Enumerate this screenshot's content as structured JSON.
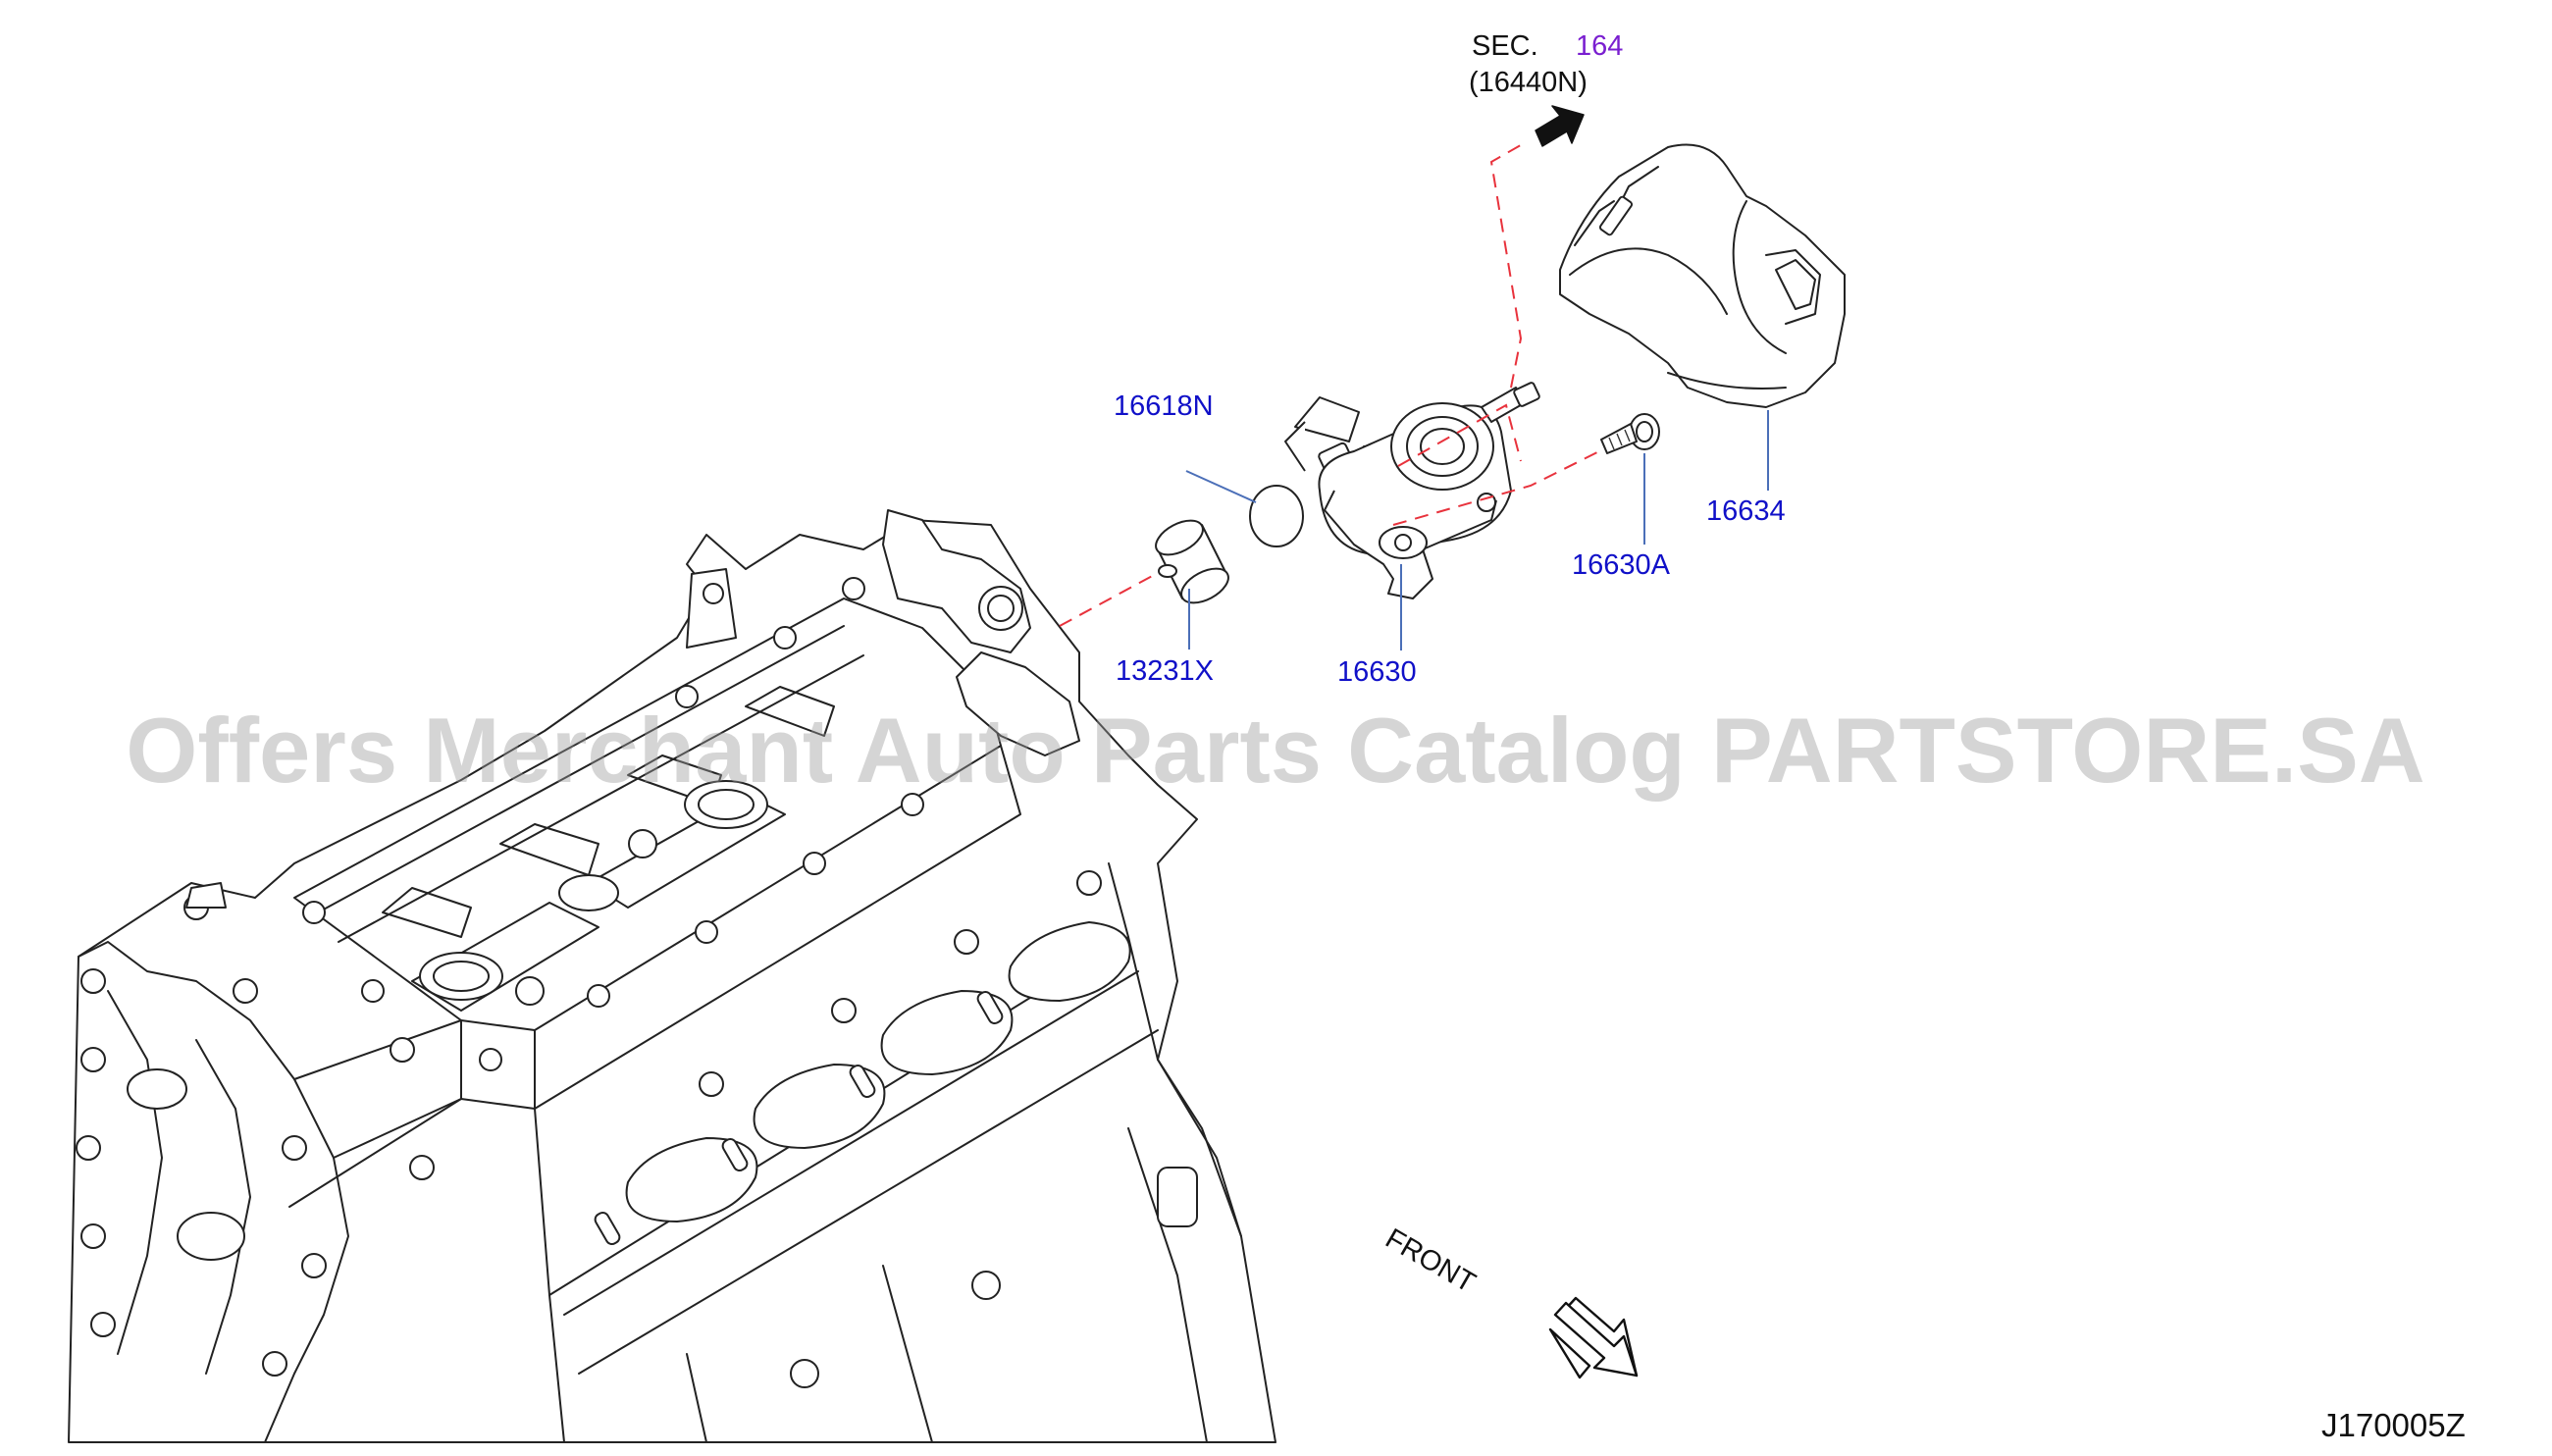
{
  "reference": {
    "sec_prefix": "SEC.",
    "sec_number": "164",
    "sec_part": "(16440N)"
  },
  "callouts": [
    {
      "id": "16618N"
    },
    {
      "id": "13231X"
    },
    {
      "id": "16630"
    },
    {
      "id": "16630A"
    },
    {
      "id": "16634"
    }
  ],
  "direction_label": "FRONT",
  "diagram_code": "J170005Z",
  "watermark": "Offers Merchant Auto Parts Catalog PARTSTORE.SA",
  "colors": {
    "part_label": "#1010c8",
    "section_link": "#7a1fd0",
    "phantom_line": "#e8323c",
    "leader_line": "#4b6fb8"
  },
  "icons": {
    "direction_arrow": "hollow-arrow-icon",
    "section_arrow": "solid-arrow-icon"
  }
}
